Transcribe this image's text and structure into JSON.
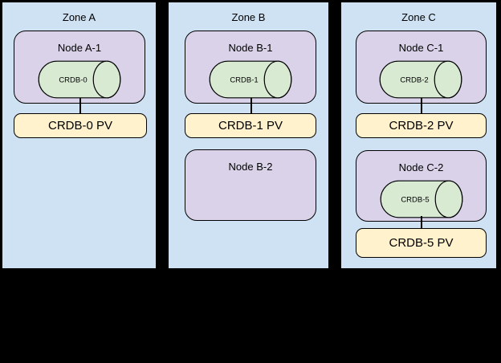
{
  "colors": {
    "background": "#000000",
    "zone_fill": "#cfe2f3",
    "node_fill": "#d9d2e9",
    "db_fill": "#d9ead3",
    "pv_fill": "#fff2cc",
    "border": "#000000",
    "text": "#000000"
  },
  "zones": [
    {
      "label": "Zone A",
      "nodes": [
        {
          "label": "Node A-1",
          "db": "CRDB-0",
          "pv": "CRDB-0 PV"
        }
      ]
    },
    {
      "label": "Zone B",
      "nodes": [
        {
          "label": "Node B-1",
          "db": "CRDB-1",
          "pv": "CRDB-1 PV"
        },
        {
          "label": "Node B-2"
        }
      ]
    },
    {
      "label": "Zone C",
      "nodes": [
        {
          "label": "Node C-1",
          "db": "CRDB-2",
          "pv": "CRDB-2 PV"
        },
        {
          "label": "Node C-2",
          "db": "CRDB-5",
          "pv": "CRDB-5 PV"
        }
      ]
    }
  ]
}
